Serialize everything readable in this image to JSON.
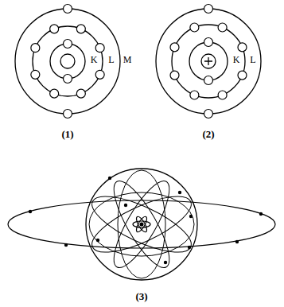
{
  "diagram": {
    "labels": [
      "K",
      "L",
      "M",
      "K",
      "L",
      "(1)",
      "(2)",
      "(3)"
    ]
  }
}
